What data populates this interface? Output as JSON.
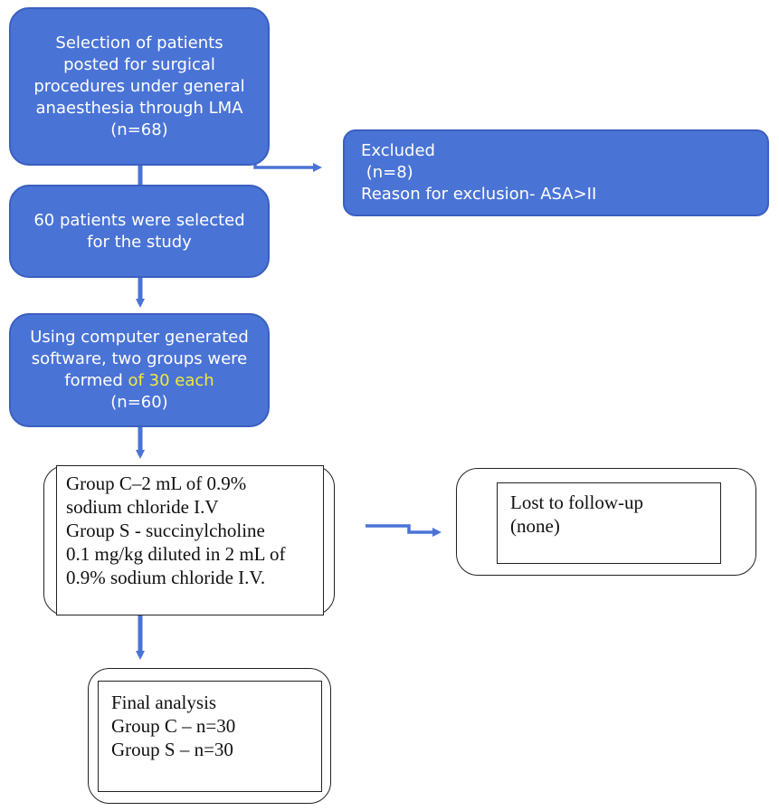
{
  "boxes": {
    "selection": {
      "lines": [
        "Selection of patients",
        "posted for surgical",
        "procedures under general",
        "anaesthesia through LMA",
        "(n=68)"
      ]
    },
    "excluded": {
      "lines": [
        "Excluded",
        " (n=8)",
        "Reason for exclusion- ASA>II"
      ]
    },
    "selected": {
      "lines": [
        "60 patients were selected",
        "for the study"
      ]
    },
    "randomization": {
      "line1": "Using computer generated",
      "line2": "software, two groups were",
      "line3_prefix": "formed ",
      "line3_highlight": "of 30 each",
      "line4": "(n=60)"
    },
    "intervention": {
      "lines": [
        "Group C–2 mL of 0.9%",
        "sodium chloride I.V",
        "Group S - succinylcholine",
        "0.1 mg/kg diluted in 2 mL of",
        "0.9% sodium chloride I.V."
      ]
    },
    "lost_followup": {
      "lines": [
        "Lost to follow-up",
        "(none)"
      ]
    },
    "final_analysis": {
      "lines": [
        "Final analysis",
        "Group C – n=30",
        "Group S – n=30"
      ]
    }
  },
  "colors": {
    "box_fill": "#4a73d6",
    "arrow": "#4a73d6",
    "highlight_text": "#f2e93a"
  }
}
